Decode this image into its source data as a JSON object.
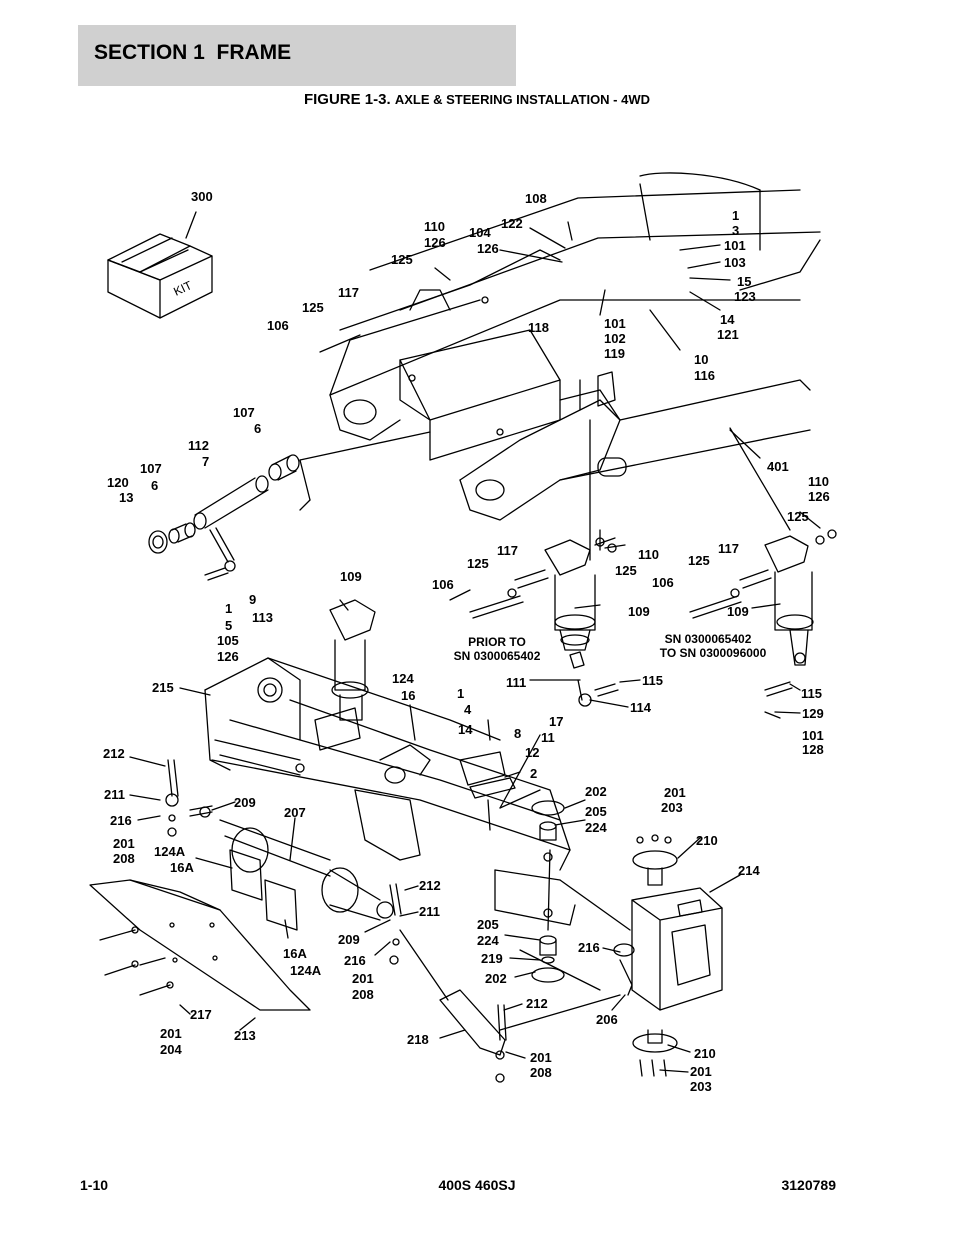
{
  "header": {
    "section": "SECTION 1  FRAME"
  },
  "figure": {
    "label": "FIGURE 1-3.",
    "caption": "AXLE & STEERING INSTALLATION - 4WD"
  },
  "diagram": {
    "kit_label": "KIT",
    "notes": {
      "prior_line1": "PRIOR TO",
      "prior_line2": "SN 0300065402",
      "range_line1": "SN 0300065402",
      "range_line2": "TO SN 0300096000"
    },
    "callouts": [
      "300",
      "110",
      "126",
      "125",
      "117",
      "125",
      "106",
      "108",
      "122",
      "104",
      "126",
      "1",
      "3",
      "101",
      "103",
      "15",
      "123",
      "14",
      "121",
      "118",
      "101",
      "102",
      "119",
      "10",
      "116",
      "107",
      "6",
      "112",
      "7",
      "107",
      "6",
      "120",
      "13",
      "401",
      "110",
      "126",
      "125",
      "109",
      "9",
      "113",
      "1",
      "5",
      "105",
      "126",
      "117",
      "125",
      "106",
      "110",
      "125",
      "109",
      "117",
      "125",
      "106",
      "109",
      "215",
      "124",
      "16",
      "111",
      "115",
      "114",
      "115",
      "129",
      "101",
      "128",
      "1",
      "4",
      "14",
      "8",
      "12",
      "2",
      "17",
      "11",
      "212",
      "211",
      "216",
      "209",
      "201",
      "208",
      "207",
      "202",
      "205",
      "224",
      "201",
      "203",
      "210",
      "214",
      "124A",
      "16A",
      "212",
      "211",
      "209",
      "216",
      "201",
      "208",
      "16A",
      "124A",
      "205",
      "224",
      "219",
      "202",
      "216",
      "206",
      "212",
      "218",
      "201",
      "208",
      "210",
      "201",
      "203",
      "217",
      "201",
      "204",
      "213"
    ]
  },
  "footer": {
    "page": "1-10",
    "model": "400S 460SJ",
    "doc": "3120789"
  }
}
